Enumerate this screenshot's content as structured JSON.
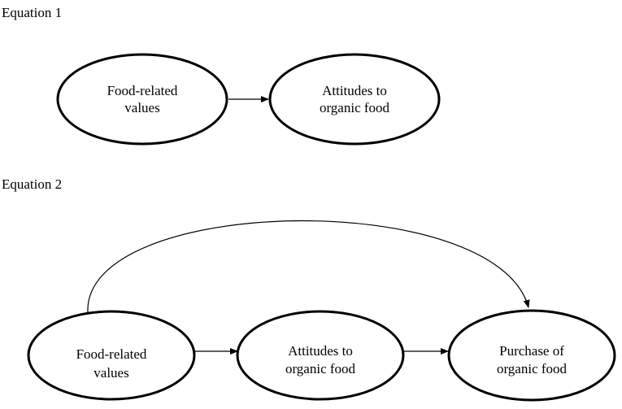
{
  "equation1": {
    "label": "Equation 1",
    "nodes": {
      "values": {
        "line1": "Food-related",
        "line2": "values"
      },
      "attitudes": {
        "line1": "Attitudes to",
        "line2": "organic food"
      }
    }
  },
  "equation2": {
    "label": "Equation 2",
    "nodes": {
      "values": {
        "line1": "Food-related",
        "line2": "values"
      },
      "attitudes": {
        "line1": "Attitudes to",
        "line2": "organic food"
      },
      "purchase": {
        "line1": "Purchase of",
        "line2": "organic food"
      }
    }
  }
}
